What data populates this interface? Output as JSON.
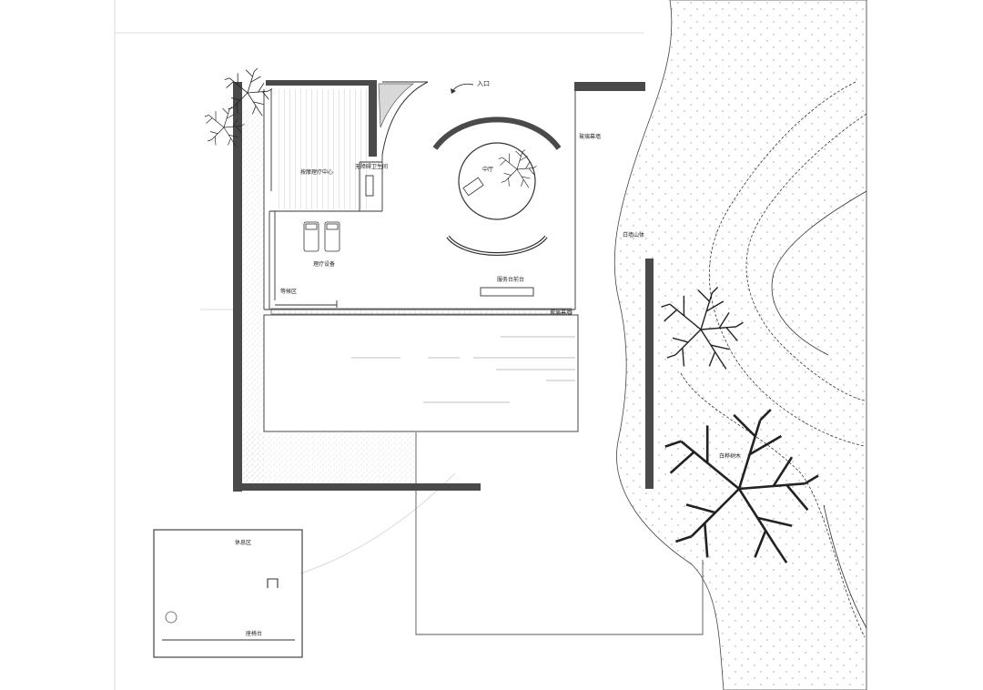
{
  "labels": {
    "entrance": "入口",
    "central_hall": "中厅",
    "massage_center": "按摩理疗中心",
    "restroom": "无障碍卫生间",
    "therapy_equipment": "理疗设备",
    "waiting_area": "等候区",
    "service_counter": "服务台前台",
    "glass_curtain_wall_top": "玻璃幕墙",
    "glass_curtain_wall_bottom": "玻璃幕墙",
    "landscape_wall": "白墙山体",
    "existing_trees": "白桦树木",
    "rest_area": "休息区",
    "bench": "座椅台"
  },
  "colors": {
    "wall": "#4a4a4a",
    "line": "#333333",
    "stipple": "#9a9a9a",
    "background": "#ffffff"
  },
  "icons": {
    "tree_symbol": "tree-icon",
    "entrance_arrow": "curved-arrow-icon",
    "bed_symbol": "bed-icon",
    "stool_symbol": "stool-icon"
  }
}
